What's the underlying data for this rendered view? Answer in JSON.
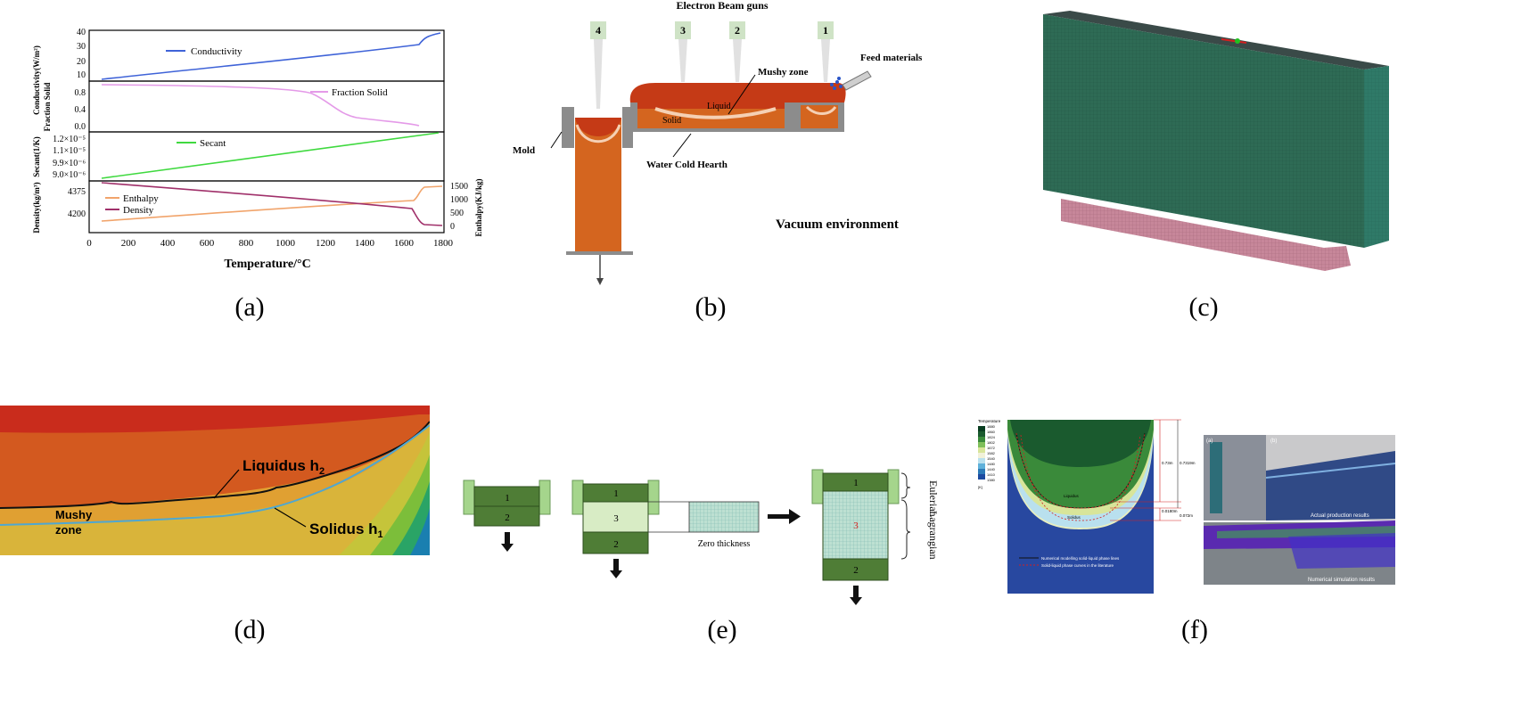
{
  "captions": [
    "(a)",
    "(b)",
    "(c)",
    "(d)",
    "(e)",
    "(f)"
  ],
  "panel_a": {
    "xlabel": "Temperature/°C",
    "x_ticks": [
      "0",
      "200",
      "400",
      "600",
      "800",
      "1000",
      "1200",
      "1400",
      "1600",
      "1800"
    ],
    "rows": [
      {
        "ylabel": "Conductivity(W/m²)",
        "ticks": [
          "10",
          "20",
          "30",
          "40"
        ],
        "legend": "Conductivity",
        "color": "#3f63d8"
      },
      {
        "ylabel": "Fraction Solid",
        "ticks": [
          "0.0",
          "0.4",
          "0.8"
        ],
        "legend": "Fraction Solid",
        "color": "#e49ae8"
      },
      {
        "ylabel": "Secant(1/K)",
        "ticks": [
          "9.0×10⁻⁶",
          "9.9×10⁻⁶",
          "1.1×10⁻⁵",
          "1.2×10⁻⁵"
        ],
        "legend": "Secant",
        "color": "#3fd93f"
      },
      {
        "ylabel": "Density(kg/m³)",
        "ticks": [
          "4200",
          "4375"
        ],
        "legend": "Density",
        "color": "#a0306a",
        "ylabel2": "Enthalpy(KJ/kg)",
        "ticks2": [
          "0",
          "500",
          "1000",
          "1500"
        ],
        "legend2": "Enthalpy",
        "color2": "#f1a46b"
      }
    ]
  },
  "panel_b": {
    "title": "Electron Beam guns",
    "guns": [
      "4",
      "3",
      "2",
      "1"
    ],
    "labels": {
      "mushy": "Mushy zone",
      "feed": "Feed materials",
      "liquid": "Liquid",
      "solid": "Solid",
      "mold": "Mold",
      "hearth": "Water Cold Hearth",
      "vacuum": "Vacuum environment"
    },
    "colors": {
      "liquid": "#c53a16",
      "solid": "#d4651f",
      "wall": "#8c8c8c"
    }
  },
  "panel_c": {
    "colors": {
      "front": "#2e6b55",
      "top": "#3a4a48",
      "side": "#2f7a68",
      "base": "#c7879a"
    }
  },
  "panel_d": {
    "labels": {
      "liquidus": "Liquidus h",
      "liquidus_sub": "2",
      "solidus": "Solidus h",
      "solidus_sub": "1",
      "mushy": "Mushy",
      "zone": "zone"
    }
  },
  "panel_e": {
    "labels": {
      "zero": "Zero thickness",
      "eulerian": "Eulerian",
      "lagrangian": "Lagrangian"
    },
    "blocks": {
      "b1": "1",
      "b2": "2",
      "b3": "3"
    }
  },
  "panel_f": {
    "legend_title": "Temperature",
    "legend_values": [
      "1880",
      "1860",
      "1824",
      "1802",
      "1672",
      "1582",
      "1540",
      "1480",
      "1440",
      "1410",
      "1380"
    ],
    "legend_unit": "[K]",
    "dims": [
      "0.73m",
      "0.7319m",
      "0.0180m",
      "0.072m"
    ],
    "liquidus": "Liquidus",
    "solidus": "Solidus",
    "legend_lines": [
      "Numerical modelling solid-liquid phase lines",
      "Solid-liquid phase curves in the literature"
    ],
    "photo_tags": [
      "(a)",
      "(b)"
    ],
    "photo_labels": [
      "Actual production results",
      "Numerical simulation results"
    ]
  }
}
